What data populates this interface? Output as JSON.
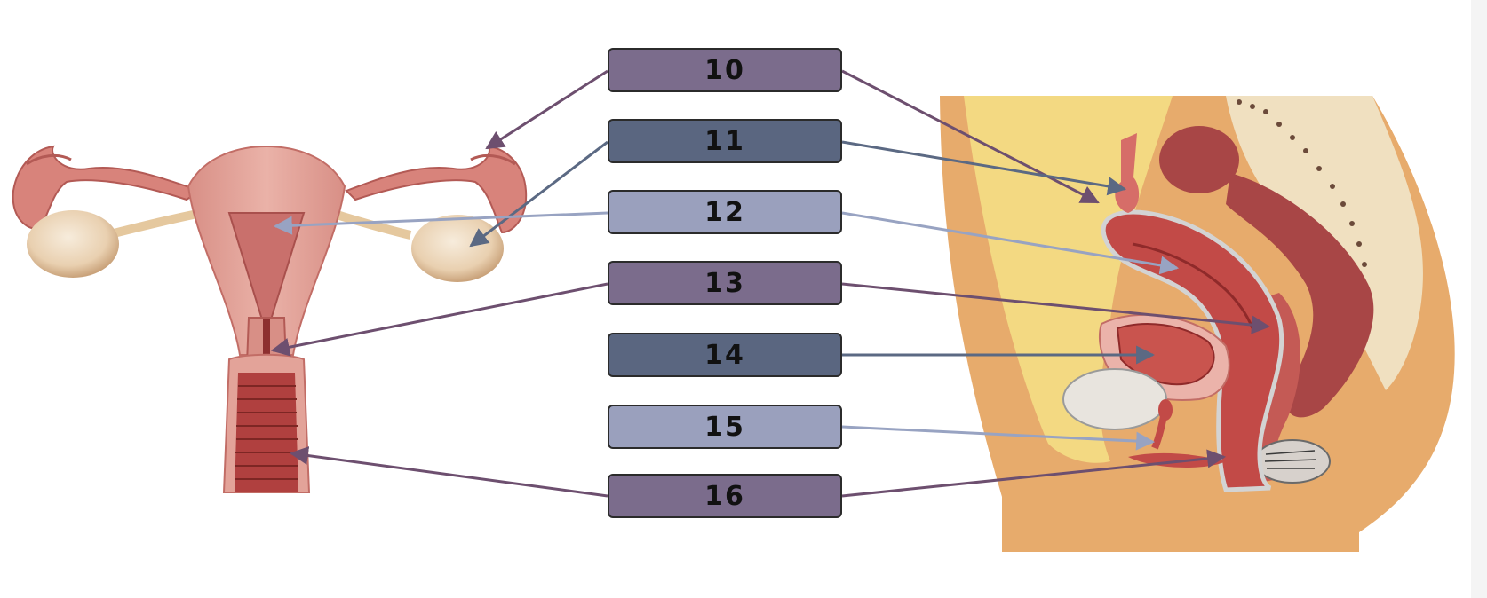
{
  "colors": {
    "purple": "#7b6c8c",
    "slate": "#5a6680",
    "lavender": "#9aa0bd",
    "tissue": "#d99088",
    "deep_red": "#b94744",
    "ovary": "#ead5b9",
    "body_skin": "#e7ab6c",
    "body_fat": "#f3d982"
  },
  "labels": [
    {
      "id": "10",
      "text": "10",
      "color": "#7b6c8c",
      "arrow_color": "#6d4f6f"
    },
    {
      "id": "11",
      "text": "11",
      "color": "#5a6680",
      "arrow_color": "#5b6983"
    },
    {
      "id": "12",
      "text": "12",
      "color": "#9aa0bd",
      "arrow_color": "#98a3c2"
    },
    {
      "id": "13",
      "text": "13",
      "color": "#7b6c8c",
      "arrow_color": "#6d4f6f"
    },
    {
      "id": "14",
      "text": "14",
      "color": "#5a6680",
      "arrow_color": "#5b6983"
    },
    {
      "id": "15",
      "text": "15",
      "color": "#9aa0bd",
      "arrow_color": "#98a3c2"
    },
    {
      "id": "16",
      "text": "16",
      "color": "#7b6c8c",
      "arrow_color": "#6d4f6f"
    }
  ]
}
